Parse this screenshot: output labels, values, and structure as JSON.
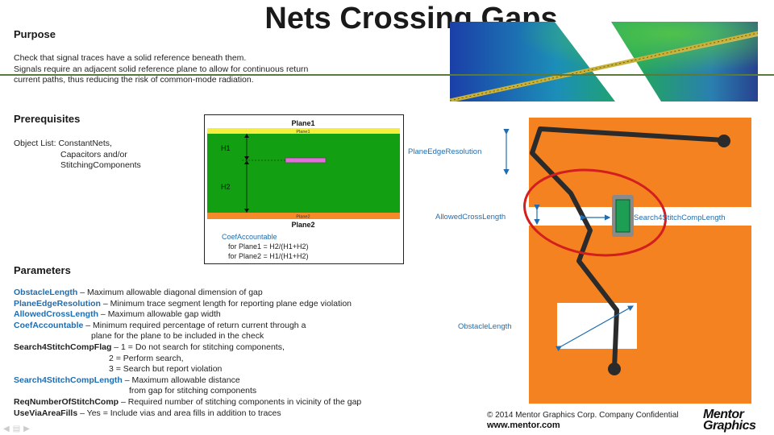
{
  "title": "Nets Crossing Gaps",
  "purpose": {
    "heading": "Purpose",
    "line1": "Check that signal traces have a solid reference beneath them.",
    "line2": "Signals require an adjacent solid reference plane to allow for continuous return",
    "line3": "current paths, thus reducing the risk of common-mode radiation."
  },
  "prerequisites": {
    "heading": "Prerequisites",
    "label": "Object List: ConstantNets,",
    "item2": "Capacitors and/or",
    "item3": "StitchingComponents"
  },
  "plane_diagram": {
    "top_title": "Plane1",
    "top_band": "Plane1",
    "h1": "H1",
    "h2": "H2",
    "bottom_band": "Plane2",
    "bottom_title": "Plane2",
    "coef_title": "CoefAccountable",
    "coef_line1": "for Plane1 = H2/(H1+H2)",
    "coef_line2": "for Plane2 = H1/(H1+H2)"
  },
  "parameters": {
    "heading": "Parameters",
    "items": [
      {
        "term": "ObstacleLength",
        "desc": " – Maximum allowable diagonal dimension of gap"
      },
      {
        "term": "PlaneEdgeResolution",
        "desc": " – Minimum trace segment length for reporting plane edge violation"
      },
      {
        "term": "AllowedCrossLength",
        "desc": " – Maximum allowable gap width"
      },
      {
        "term": "CoefAccountable",
        "desc": " – Minimum required percentage of return current through a"
      },
      {
        "cont": "plane for the plane to be included in the check"
      },
      {
        "bold": "Search4StitchCompFlag",
        "desc": " – 1 = Do not search for stitching components,"
      },
      {
        "cont2": "2 = Perform search,"
      },
      {
        "cont2": "3 = Search but report violation"
      },
      {
        "term": "Search4StitchCompLength",
        "desc": " – Maximum allowable distance"
      },
      {
        "cont3": "from gap for stitching components"
      },
      {
        "bold": "ReqNumberOfStitchComp",
        "desc": " – Required number of stitching components in vicinity of the gap"
      },
      {
        "bold": "UseViaAreaFills",
        "desc": " – Yes = Include vias and area fills in addition to traces"
      }
    ]
  },
  "gap_diagram": {
    "plane_edge_label": "PlaneEdgeResolution",
    "allowed_cross_label": "AllowedCrossLength",
    "search_label": "Search4StitchCompLength",
    "obstacle_label": "ObstacleLength"
  },
  "footer": {
    "copyright": "© 2014 Mentor Graphics Corp. Company Confidential",
    "website": "www.mentor.com",
    "logo_line1": "Mentor",
    "logo_line2": "Graphics"
  },
  "colors": {
    "accent_blue": "#1f6db0",
    "plane_orange": "#f58220",
    "dielectric_green": "#12a012",
    "trace_dark": "#2b2b2b",
    "highlight_red": "#d21e1e"
  }
}
